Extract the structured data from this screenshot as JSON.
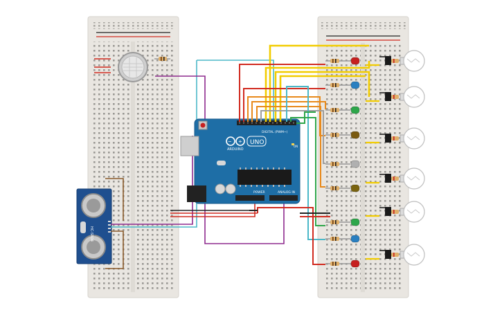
{
  "arduino": {
    "brand_label": "ARDUINO",
    "model_label": "UNO",
    "digital_label": "DIGITAL (PWM~)",
    "power_label": "POWER",
    "analog_label": "ANALOG IN",
    "on_label": "ON"
  },
  "ultrasonic_sensor": {
    "model_label": "HC-SR04"
  },
  "colors": {
    "breadboard": "#e9e6e1",
    "arduino": "#1e6ea6",
    "sensor_board": "#1f4f8f",
    "wire_yellow": "#f2cc00",
    "wire_red": "#d12a1f",
    "wire_purple": "#8e2a8e",
    "wire_cyan": "#4bb8c8",
    "wire_orange": "#e8891a",
    "wire_green": "#2ea64a",
    "wire_grey": "#9d9d9d",
    "wire_brown": "#8a5a2b",
    "wire_black": "#222222"
  },
  "leds": [
    {
      "color": "#c62020"
    },
    {
      "color": "#2a7fc0"
    },
    {
      "color": "#2ea64a"
    },
    {
      "color": "#7a5a10"
    },
    {
      "color": "#b0b0b0"
    },
    {
      "color": "#7a6410"
    },
    {
      "color": "#2ea64a"
    },
    {
      "color": "#2a7fc0"
    },
    {
      "color": "#c62020"
    }
  ]
}
